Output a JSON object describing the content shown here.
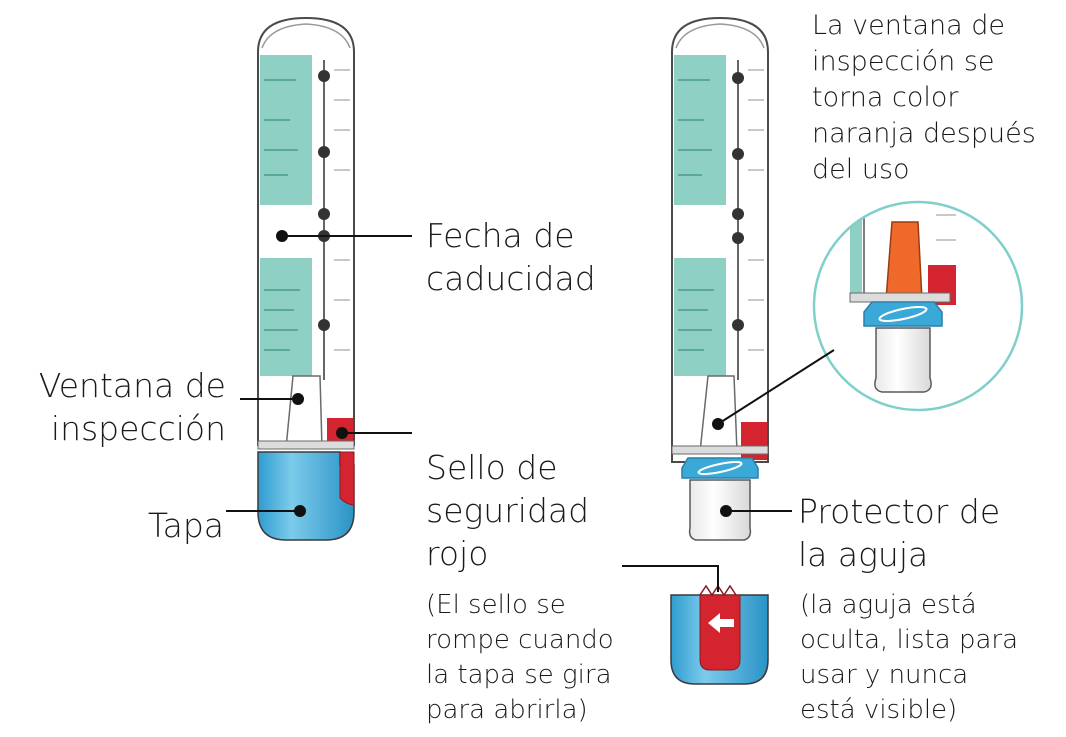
{
  "labels": {
    "expiry": [
      "Fecha de",
      "caducidad"
    ],
    "window": [
      "Ventana de",
      "inspección"
    ],
    "cap": "Tapa",
    "seal": [
      "Sello de",
      "seguridad",
      "rojo"
    ],
    "seal_note": [
      "(El sello se",
      "rompe cuando",
      "la tapa se gira",
      "para abrirla)"
    ],
    "window_after": [
      "La ventana de",
      "inspección se",
      "torna color",
      "naranja después",
      "del uso"
    ],
    "guard": [
      "Protector de",
      "la aguja"
    ],
    "guard_note": [
      "(la aguja está",
      "oculta, lista para",
      "usar y nunca",
      "está visible)"
    ]
  },
  "colors": {
    "teal_panel": "#8fd0c4",
    "cap_blue": "#3ba9d8",
    "seal_red": "#d3242f",
    "used_orange": "#ef6a2a",
    "zoom_ring": "#7fcfca",
    "outline": "#3a3a3a"
  },
  "icons": {
    "seal_arrow": "arrow-left-icon"
  }
}
